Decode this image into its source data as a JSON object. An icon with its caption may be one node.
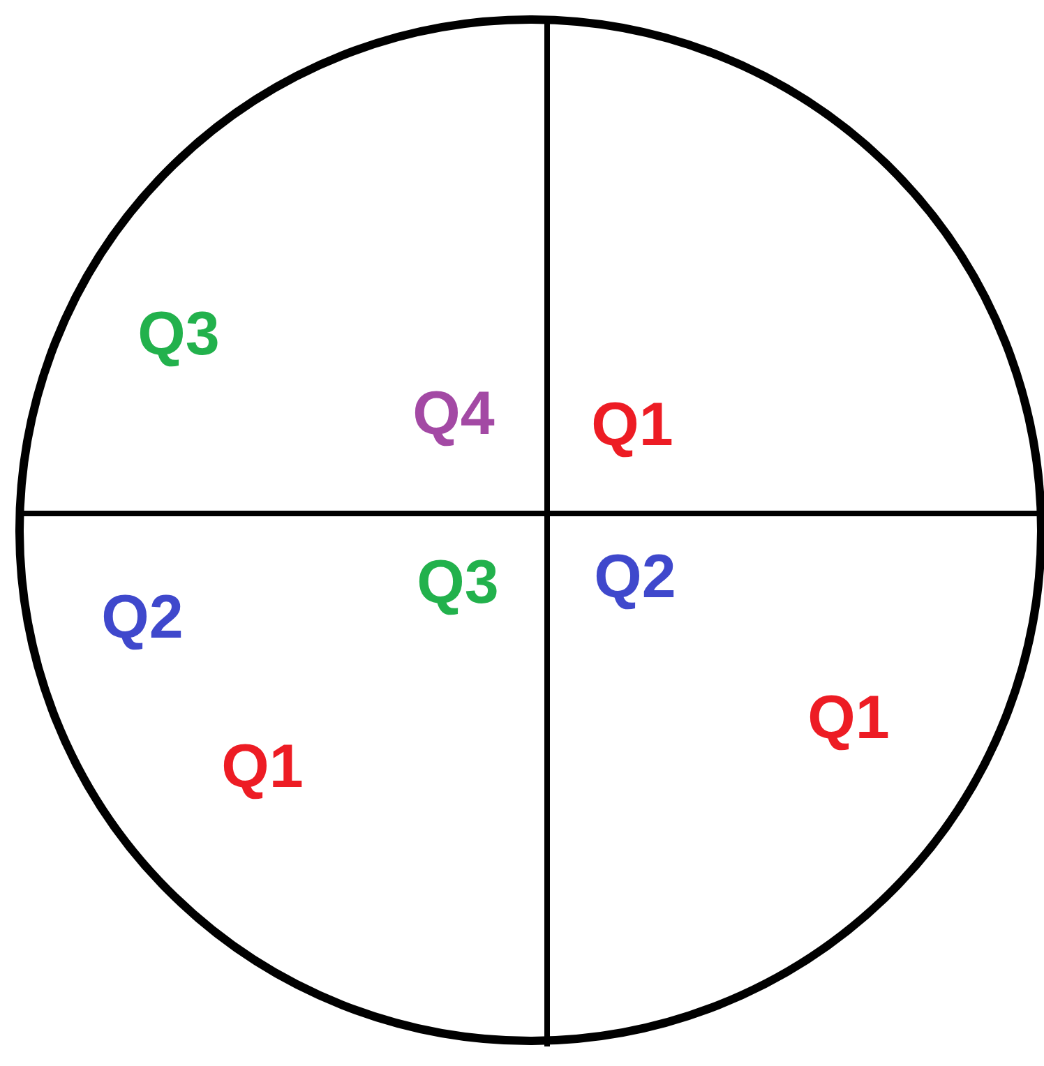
{
  "diagram": {
    "labels": [
      "Q3",
      "Q4",
      "Q1",
      "Q3",
      "Q2",
      "Q2",
      "Q1",
      "Q1"
    ]
  }
}
